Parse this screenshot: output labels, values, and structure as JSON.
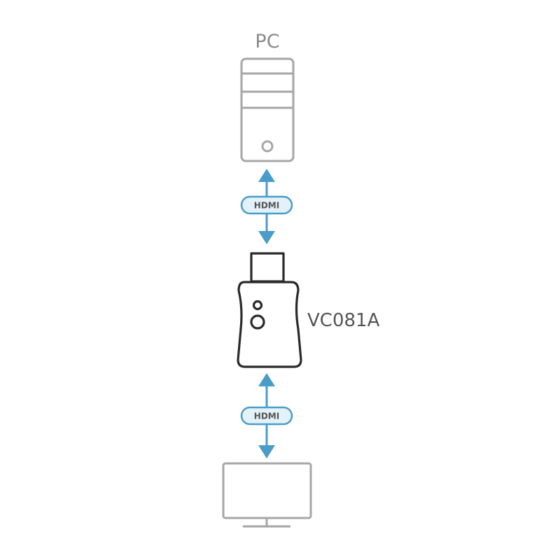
{
  "labels": {
    "pc": "PC",
    "device": "VC081A",
    "cable_top": "HDMI",
    "cable_bottom": "HDMI"
  },
  "icons": {
    "pc": "pc-tower-icon",
    "device": "hdmi-adapter-icon",
    "display": "monitor-icon"
  },
  "colors": {
    "outline": "#a6a6a6",
    "device_outline": "#2a2a2a",
    "arrow": "#4a9cc9",
    "pill_fill": "#e3f1f9",
    "pill_border": "#4a9cc9"
  }
}
